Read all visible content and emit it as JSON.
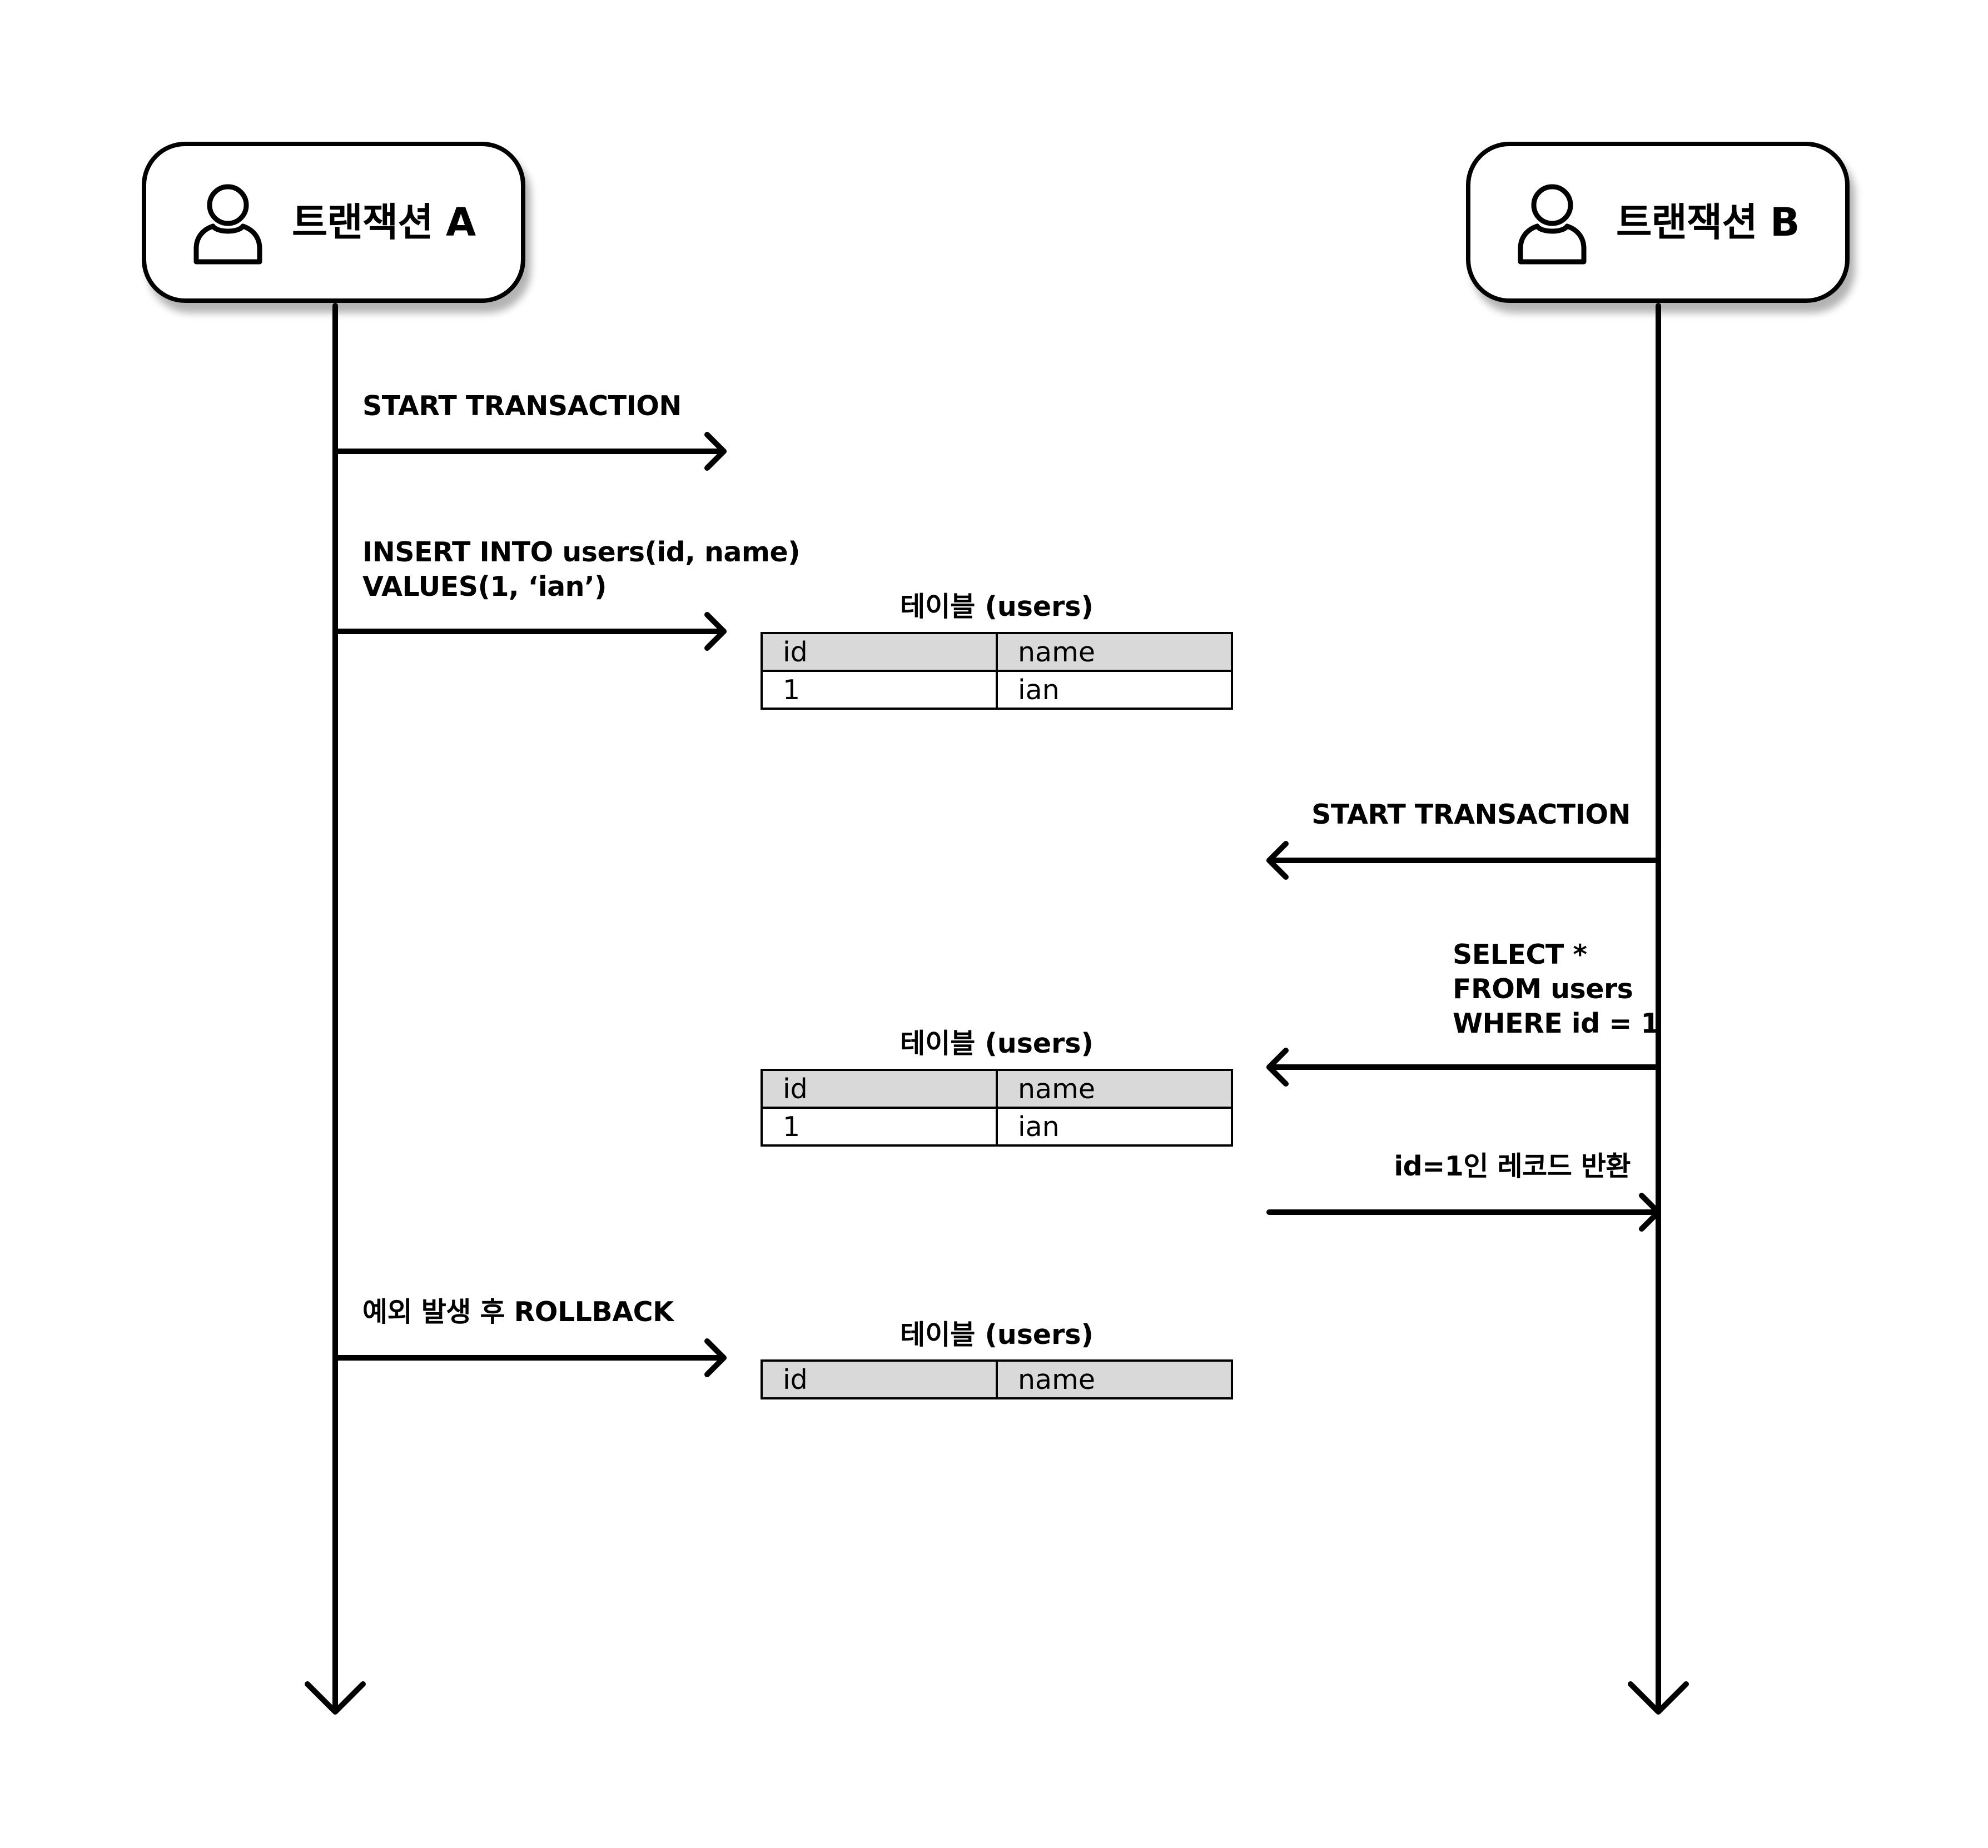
{
  "actors": {
    "a": {
      "title": "트랜잭션 A",
      "icon": "user-icon"
    },
    "b": {
      "title": "트랜잭션 B",
      "icon": "user-icon"
    }
  },
  "messages": {
    "a_start": "START TRANSACTION",
    "a_insert_line1": "INSERT INTO users(id, name)",
    "a_insert_line2": "VALUES(1, ‘ian’)",
    "b_start": "START TRANSACTION",
    "b_select_line1": "SELECT *",
    "b_select_line2": "FROM users",
    "b_select_line3": "WHERE id = 1",
    "b_return": "id=1인 레코드 반환",
    "a_rollback": "예외 발생 후 ROLLBACK"
  },
  "tables": [
    {
      "caption": "테이블 (users)",
      "columns": [
        "id",
        "name"
      ],
      "rows": [
        [
          "1",
          "ian"
        ]
      ]
    },
    {
      "caption": "테이블 (users)",
      "columns": [
        "id",
        "name"
      ],
      "rows": [
        [
          "1",
          "ian"
        ]
      ]
    },
    {
      "caption": "테이블 (users)",
      "columns": [
        "id",
        "name"
      ],
      "rows": []
    }
  ]
}
